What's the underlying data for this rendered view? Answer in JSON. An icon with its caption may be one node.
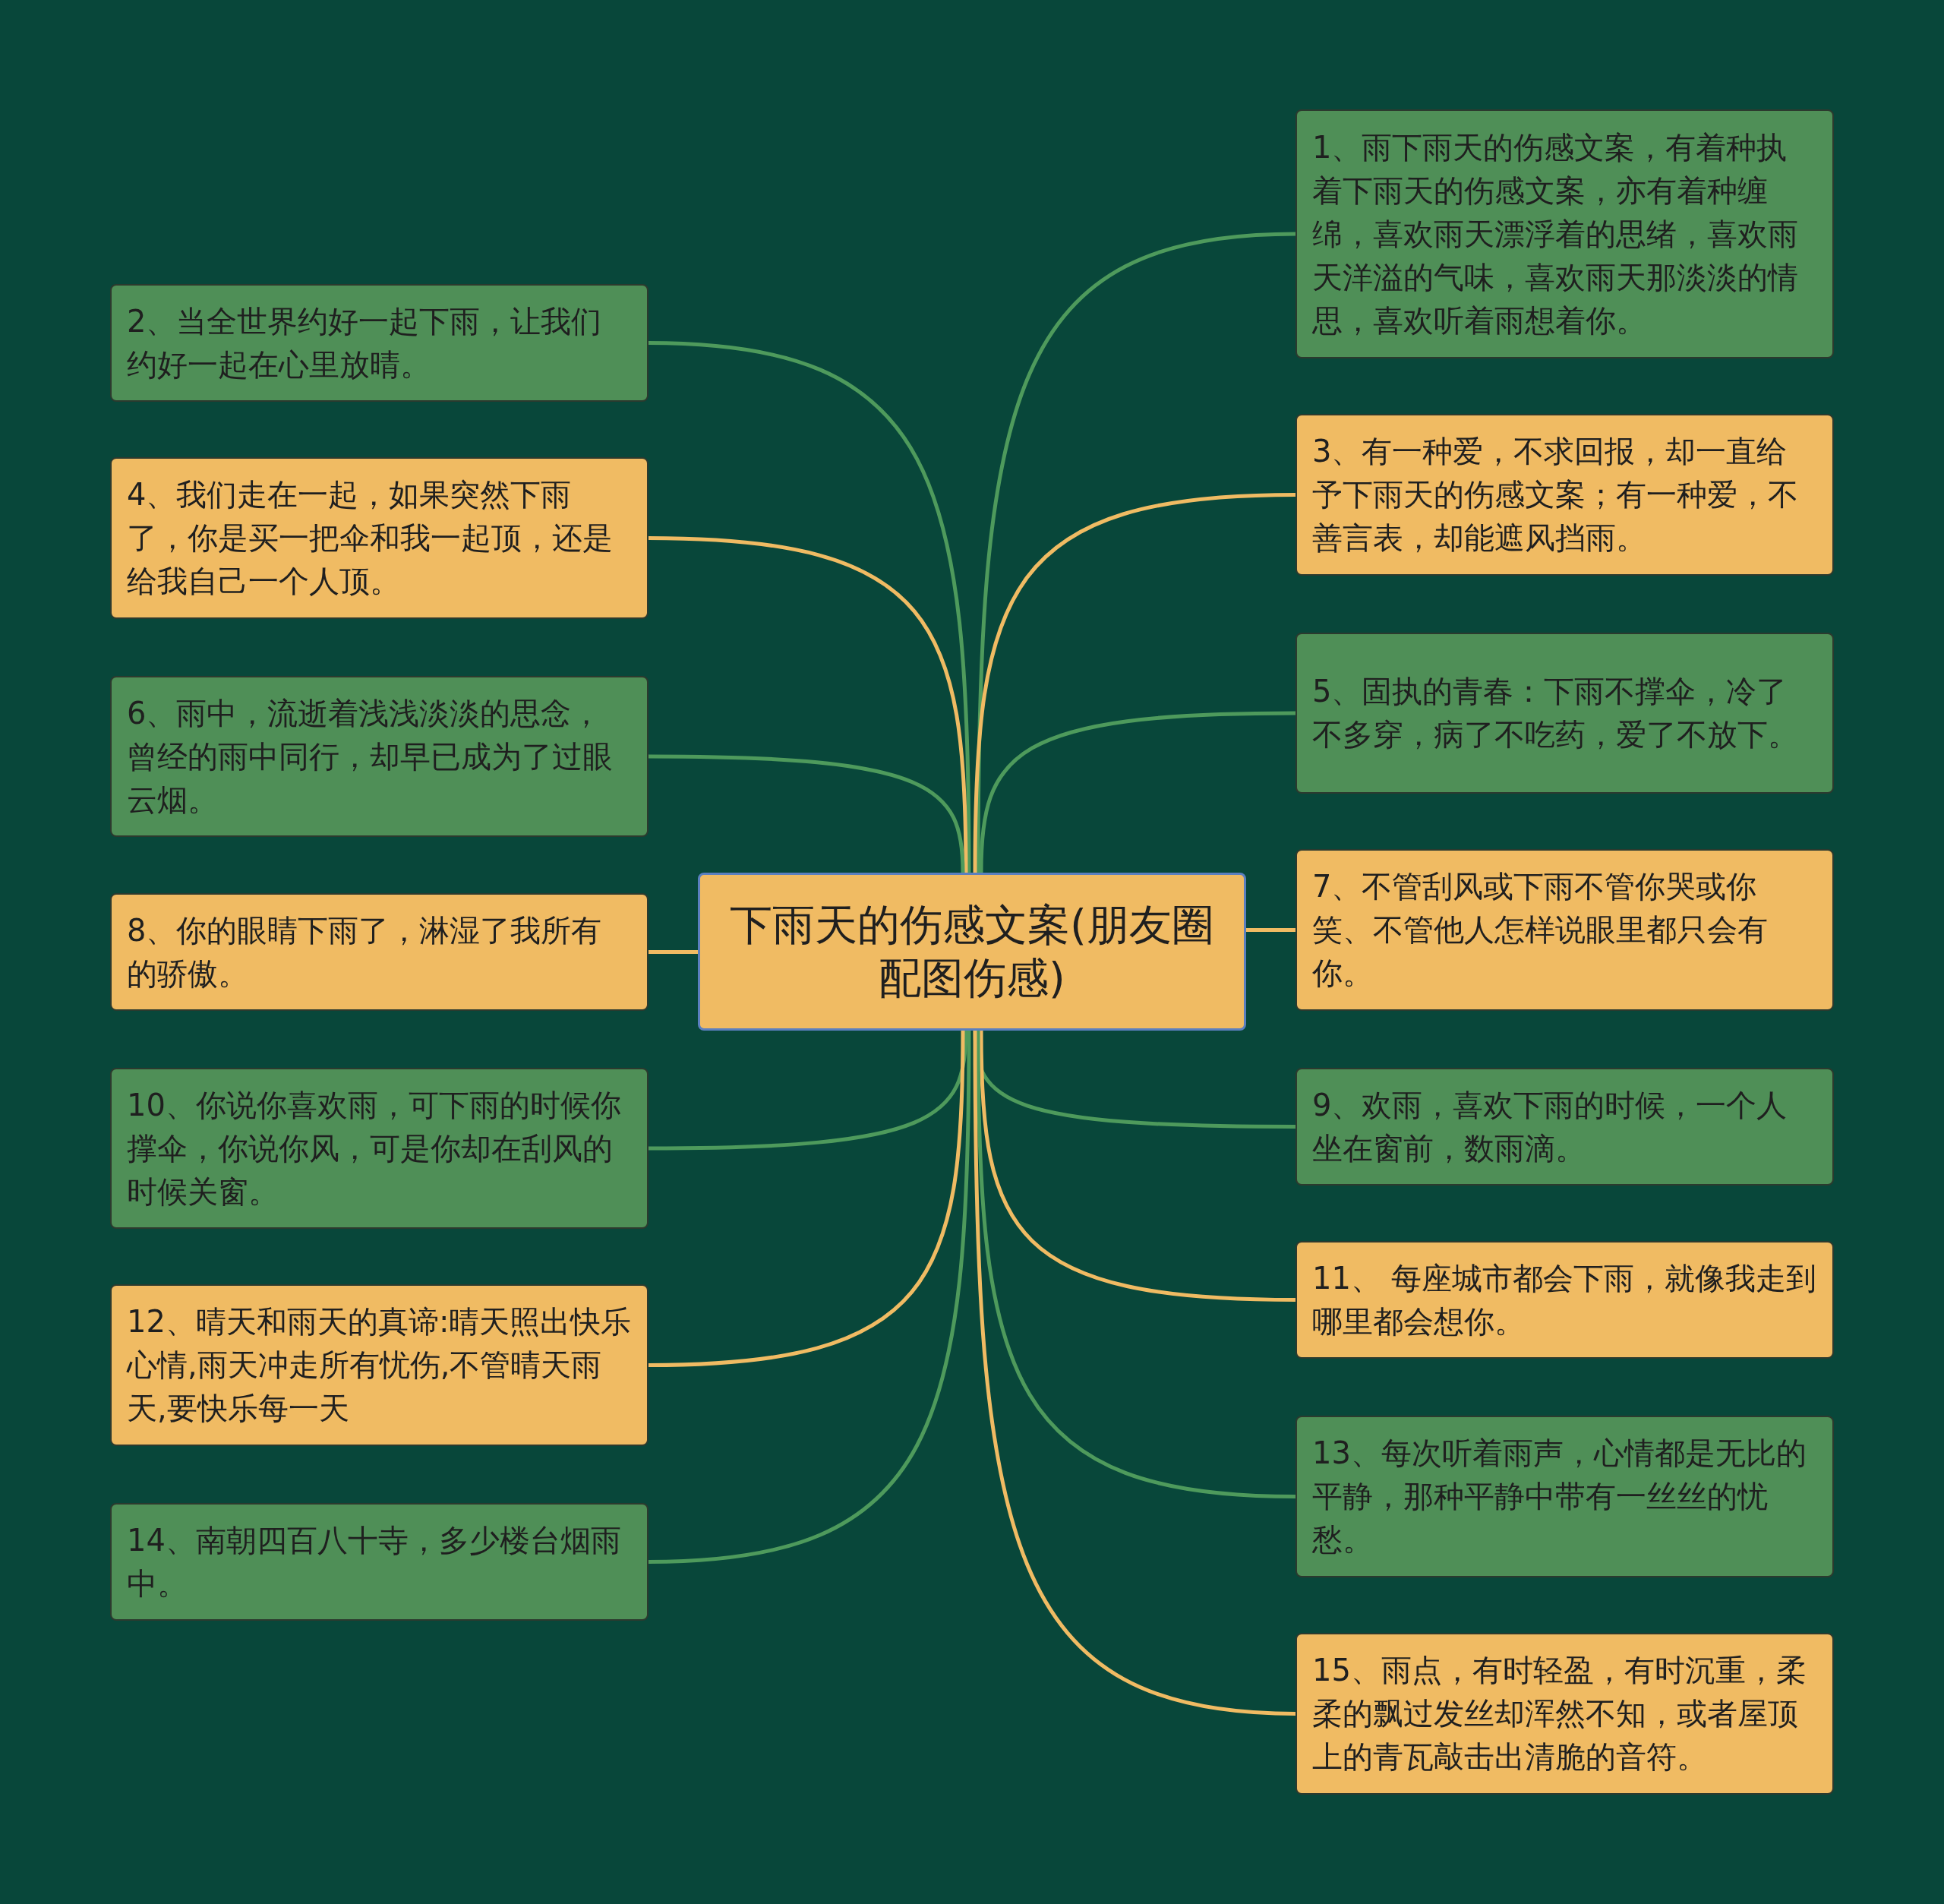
{
  "diagram": {
    "nodes": [
      {
        "text": [
          "下雨天的伤感文案(朋友圈配图伤感)"
        ]
      },
      {
        "text": [
          "1、雨下雨天的伤感文案，有着种执着下雨天的伤感文案，亦有着种缠绵，喜欢雨天漂浮着的思绪，喜欢雨天洋溢的气味，喜欢雨天那淡淡的情思，喜欢听着雨想着你。"
        ]
      },
      {
        "text": [
          "2、当全世界约好一起下雨，让我们约好一起在心里放晴。"
        ]
      },
      {
        "text": [
          "3、有一种爱，不求回报，却一直给予下雨天的伤感文案；有一种爱，不善言表，却能遮风挡雨。"
        ]
      },
      {
        "text": [
          "4、我们走在一起，如果突然下雨了，你是买一把伞和我一起顶，还是给我自己一个人顶。"
        ]
      },
      {
        "text": [
          "5、固执的青春：下雨不撑伞，冷了不多穿，病了不吃药，爱了不放下。"
        ]
      },
      {
        "text": [
          "6、雨中，流逝着浅浅淡淡的思念，曾经的雨中同行，却早已成为了过眼云烟。"
        ]
      },
      {
        "text": [
          "7、不管刮风或下雨不管你哭或你笑、不管他人怎样说眼里都只会有你。"
        ]
      },
      {
        "text": [
          "8、你的眼睛下雨了，淋湿了我所有的骄傲。"
        ]
      },
      {
        "text": [
          "9、欢雨，喜欢下雨的时候，一个人坐在窗前，数雨滴。"
        ]
      },
      {
        "text": [
          "10、你说你喜欢雨，可下雨的时候你撑伞，你说你风，可是你却在刮风的时候关窗。"
        ]
      },
      {
        "text": [
          "11、 每座城市都会下雨，就像我走到哪里都会想你。"
        ]
      },
      {
        "text": [
          "12、晴天和雨天的真谛:晴天照出快乐心情,雨天冲走所有忧伤,不管晴天雨天,要快乐每一天"
        ]
      },
      {
        "text": [
          "13、每次听着雨声，心情都是无比的平静，那种平静中带有一丝丝的忧愁。"
        ]
      },
      {
        "text": [
          "14、南朝四百八十寺，多少楼台烟雨中。"
        ]
      },
      {
        "text": [
          "15、雨点，有时轻盈，有时沉重，柔柔的飘过发丝却浑然不知，或者屋顶上的青瓦敲击出清脆的音符。"
        ]
      }
    ],
    "edges": [
      {
        "from": 0,
        "to": 1,
        "arrow": "none"
      },
      {
        "from": 0,
        "to": 2,
        "arrow": "none"
      },
      {
        "from": 0,
        "to": 3,
        "arrow": "none",
        "color": "#f0bb63"
      },
      {
        "from": 0,
        "to": 4,
        "arrow": "none",
        "color": "#f0bb63"
      },
      {
        "from": 0,
        "to": 5,
        "arrow": "none"
      },
      {
        "from": 0,
        "to": 6,
        "arrow": "none"
      },
      {
        "from": 0,
        "to": 7,
        "arrow": "none",
        "color": "#f0bb63"
      },
      {
        "from": 0,
        "to": 8,
        "arrow": "none",
        "color": "#f0bb63"
      },
      {
        "from": 0,
        "to": 9,
        "arrow": "none"
      },
      {
        "from": 0,
        "to": 10,
        "arrow": "none"
      },
      {
        "from": 0,
        "to": 11,
        "arrow": "none",
        "color": "#f0bb63"
      },
      {
        "from": 0,
        "to": 12,
        "arrow": "none",
        "color": "#f0bb63"
      },
      {
        "from": 0,
        "to": 13,
        "arrow": "none"
      },
      {
        "from": 0,
        "to": 14,
        "arrow": "none"
      },
      {
        "from": 0,
        "to": 15,
        "arrow": "none",
        "color": "#f0bb63"
      }
    ]
  }
}
